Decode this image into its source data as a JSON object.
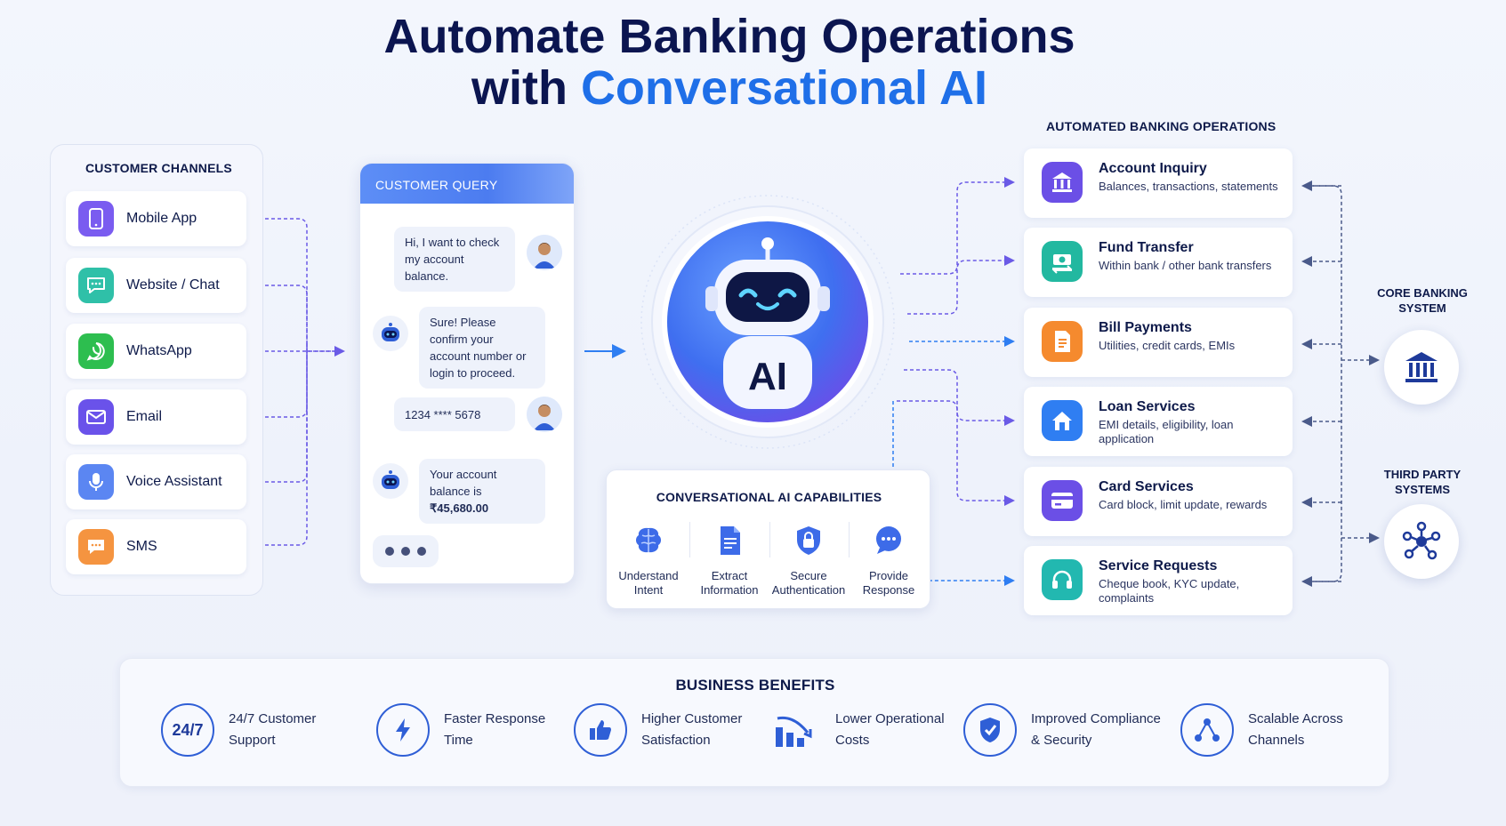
{
  "title": {
    "line1": "Automate Banking Operations",
    "line2_prefix": "with ",
    "line2_accent": "Conversational AI"
  },
  "channels": {
    "heading": "CUSTOMER CHANNELS",
    "items": [
      {
        "label": "Mobile App",
        "icon": "mobile-icon",
        "color": "#7a5cf0"
      },
      {
        "label": "Website / Chat",
        "icon": "chat-icon",
        "color": "#2fc0a8"
      },
      {
        "label": "WhatsApp",
        "icon": "whatsapp-icon",
        "color": "#2dbe4f"
      },
      {
        "label": "Email",
        "icon": "email-icon",
        "color": "#6a52ea"
      },
      {
        "label": "Voice Assistant",
        "icon": "microphone-icon",
        "color": "#5b86f2"
      },
      {
        "label": "SMS",
        "icon": "sms-icon",
        "color": "#f59440"
      }
    ]
  },
  "chat": {
    "heading": "CUSTOMER QUERY",
    "messages": [
      {
        "from": "user",
        "text": "Hi, I want to check my account balance."
      },
      {
        "from": "bot",
        "text": "Sure! Please confirm your account number or login to proceed."
      },
      {
        "from": "user",
        "text": "1234 **** 5678"
      },
      {
        "from": "bot",
        "text_prefix": "Your account balance is ",
        "text_bold": "₹45,680.00"
      }
    ]
  },
  "ai": {
    "label": "AI"
  },
  "capabilities": {
    "heading": "CONVERSATIONAL AI CAPABILITIES",
    "items": [
      {
        "label": "Understand Intent",
        "icon": "brain-icon"
      },
      {
        "label": "Extract Information",
        "icon": "document-icon"
      },
      {
        "label": "Secure Authentication",
        "icon": "lock-shield-icon"
      },
      {
        "label": "Provide Response",
        "icon": "chat-bubble-icon"
      }
    ]
  },
  "operations": {
    "heading": "AUTOMATED BANKING OPERATIONS",
    "items": [
      {
        "title": "Account Inquiry",
        "desc": "Balances, transactions, statements",
        "icon": "bank-icon",
        "color": "#6b4fe6"
      },
      {
        "title": "Fund Transfer",
        "desc": "Within bank / other bank transfers",
        "icon": "money-transfer-icon",
        "color": "#22b8a0"
      },
      {
        "title": "Bill Payments",
        "desc": "Utilities, credit cards, EMIs",
        "icon": "bill-icon",
        "color": "#f58a2e"
      },
      {
        "title": "Loan Services",
        "desc": "EMI details, eligibility, loan application",
        "icon": "house-icon",
        "color": "#2f7ef2"
      },
      {
        "title": "Card Services",
        "desc": "Card block, limit update, rewards",
        "icon": "card-icon",
        "color": "#6b4fe6"
      },
      {
        "title": "Service Requests",
        "desc": "Cheque book, KYC update, complaints",
        "icon": "headset-icon",
        "color": "#22b8b0"
      }
    ]
  },
  "systems": {
    "core": "CORE BANKING SYSTEM",
    "third_party": "THIRD PARTY SYSTEMS"
  },
  "benefits": {
    "heading": "BUSINESS BENEFITS",
    "items": [
      {
        "label": "24/7 Customer Support",
        "icon": "24-7-icon",
        "badge": "24/7"
      },
      {
        "label": "Faster Response Time",
        "icon": "lightning-icon"
      },
      {
        "label": "Higher Customer Satisfaction",
        "icon": "thumbs-up-icon"
      },
      {
        "label": "Lower Operational Costs",
        "icon": "cost-down-icon"
      },
      {
        "label": "Improved Compliance & Security",
        "icon": "shield-check-icon"
      },
      {
        "label": "Scalable Across Channels",
        "icon": "network-icon"
      }
    ]
  },
  "colors": {
    "accent": "#1f6fe8",
    "navy": "#0b1550",
    "connector": "#6a5ae6"
  }
}
